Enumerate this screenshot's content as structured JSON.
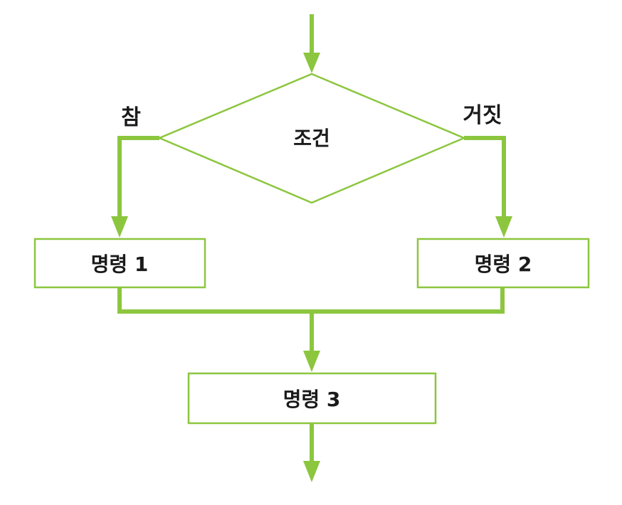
{
  "diagram": {
    "condition": "조건",
    "true_label": "참",
    "false_label": "거짓",
    "statement_1": "명령 1",
    "statement_2": "명령 2",
    "statement_3": "명령 3"
  },
  "colors": {
    "line": "#8cc63f",
    "text": "#1a1a1a",
    "background": "#ffffff"
  }
}
